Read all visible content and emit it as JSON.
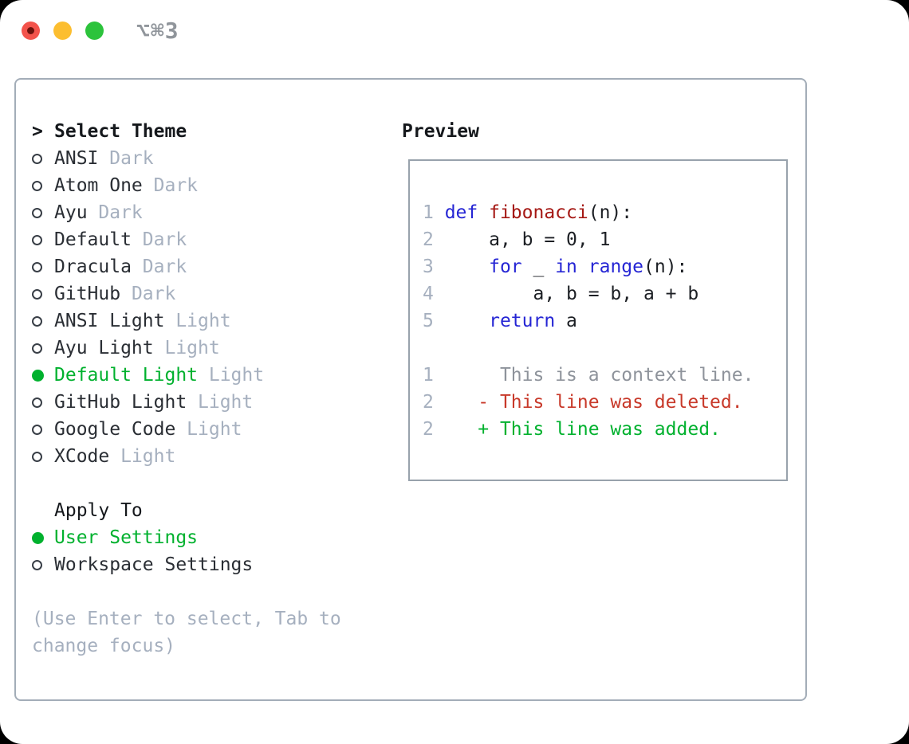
{
  "titlebar": {
    "title": "⌥⌘3",
    "traffic_lights": [
      "close-red",
      "minimize-yellow",
      "zoom-green"
    ]
  },
  "colors": {
    "accent_green": "#00b12e",
    "keyword_blue": "#2525d4",
    "function_red": "#a51814",
    "deleted_red": "#c8392a",
    "muted_gray": "#a6b0bf",
    "context_gray": "#8e939b",
    "border_gray": "#a3adb8"
  },
  "theme_list": {
    "prompt": ">",
    "header": "Select Theme",
    "items": [
      {
        "name": "ANSI",
        "variant": "Dark",
        "selected": false
      },
      {
        "name": "Atom One",
        "variant": "Dark",
        "selected": false
      },
      {
        "name": "Ayu",
        "variant": "Dark",
        "selected": false
      },
      {
        "name": "Default",
        "variant": "Dark",
        "selected": false
      },
      {
        "name": "Dracula",
        "variant": "Dark",
        "selected": false
      },
      {
        "name": "GitHub",
        "variant": "Dark",
        "selected": false
      },
      {
        "name": "ANSI Light",
        "variant": "Light",
        "selected": false
      },
      {
        "name": "Ayu Light",
        "variant": "Light",
        "selected": false
      },
      {
        "name": "Default Light",
        "variant": "Light",
        "selected": true
      },
      {
        "name": "GitHub Light",
        "variant": "Light",
        "selected": false
      },
      {
        "name": "Google Code",
        "variant": "Light",
        "selected": false
      },
      {
        "name": "XCode",
        "variant": "Light",
        "selected": false
      }
    ]
  },
  "apply_to": {
    "header": "Apply To",
    "options": [
      {
        "name": "User Settings",
        "selected": true
      },
      {
        "name": "Workspace Settings",
        "selected": false
      }
    ]
  },
  "hint": "(Use Enter to select, Tab to change focus)",
  "preview": {
    "header": "Preview",
    "lines": [
      {
        "segments": [
          {
            "text": "1 ",
            "token": "linenum"
          },
          {
            "text": "def ",
            "token": "keyword"
          },
          {
            "text": "fibonacci",
            "token": "function"
          },
          {
            "text": "(n):",
            "token": "plain"
          }
        ]
      },
      {
        "segments": [
          {
            "text": "2 ",
            "token": "linenum"
          },
          {
            "text": "    a, b = 0, 1",
            "token": "plain"
          }
        ]
      },
      {
        "segments": [
          {
            "text": "3 ",
            "token": "linenum"
          },
          {
            "text": "    ",
            "token": "plain"
          },
          {
            "text": "for",
            "token": "keyword"
          },
          {
            "text": " _ ",
            "token": "plain"
          },
          {
            "text": "in",
            "token": "keyword"
          },
          {
            "text": " ",
            "token": "plain"
          },
          {
            "text": "range",
            "token": "keyword"
          },
          {
            "text": "(n):",
            "token": "plain"
          }
        ]
      },
      {
        "segments": [
          {
            "text": "4 ",
            "token": "linenum"
          },
          {
            "text": "        a, b = b, a + b",
            "token": "plain"
          }
        ]
      },
      {
        "segments": [
          {
            "text": "5 ",
            "token": "linenum"
          },
          {
            "text": "    ",
            "token": "plain"
          },
          {
            "text": "return",
            "token": "keyword"
          },
          {
            "text": " a",
            "token": "plain"
          }
        ]
      },
      {
        "segments": []
      },
      {
        "segments": [
          {
            "text": "1 ",
            "token": "linenum"
          },
          {
            "text": "     This is a context line.",
            "token": "context"
          }
        ]
      },
      {
        "segments": [
          {
            "text": "2 ",
            "token": "linenum"
          },
          {
            "text": "   ",
            "token": "plain"
          },
          {
            "text": "- This line was deleted.",
            "token": "deleted"
          }
        ]
      },
      {
        "segments": [
          {
            "text": "2 ",
            "token": "linenum"
          },
          {
            "text": "   ",
            "token": "plain"
          },
          {
            "text": "+ This line was added.",
            "token": "added"
          }
        ]
      }
    ]
  }
}
